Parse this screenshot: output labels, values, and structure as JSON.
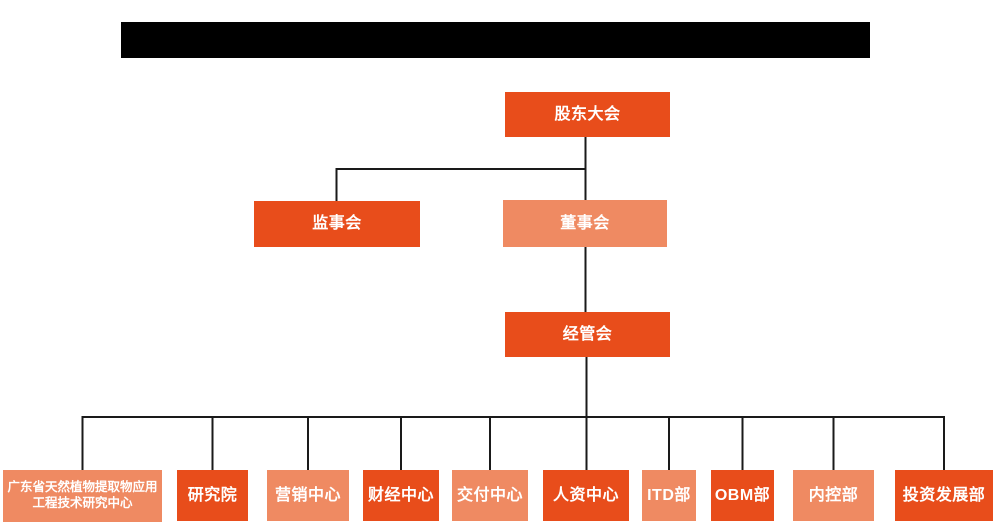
{
  "colors": {
    "node_primary": "#e84d1b",
    "node_secondary": "#ef8a62",
    "connector_line": "#1a1a1a",
    "redaction_bar": "#000000",
    "background": "#ffffff",
    "node_text": "#ffffff"
  },
  "header": {
    "redacted_title": ""
  },
  "org": {
    "nodes": [
      {
        "id": "shareholders-meeting",
        "label": "股东大会",
        "variant": "primary",
        "level": 1
      },
      {
        "id": "supervisory-board",
        "label": "监事会",
        "variant": "primary",
        "level": 2
      },
      {
        "id": "board-of-directors",
        "label": "董事会",
        "variant": "secondary",
        "level": 2
      },
      {
        "id": "management-committee",
        "label": "经管会",
        "variant": "primary",
        "level": 3
      },
      {
        "id": "gd-natural-plant-extract-research-center",
        "label": "广东省天然植物提取物应用工程技术研究中心",
        "variant": "secondary",
        "level": 4
      },
      {
        "id": "research-institute",
        "label": "研究院",
        "variant": "primary",
        "level": 4
      },
      {
        "id": "marketing-center",
        "label": "营销中心",
        "variant": "secondary",
        "level": 4
      },
      {
        "id": "finance-center",
        "label": "财经中心",
        "variant": "primary",
        "level": 4
      },
      {
        "id": "delivery-center",
        "label": "交付中心",
        "variant": "secondary",
        "level": 4
      },
      {
        "id": "hr-center",
        "label": "人资中心",
        "variant": "primary",
        "level": 4
      },
      {
        "id": "itd-department",
        "label": "ITD部",
        "variant": "secondary",
        "level": 4
      },
      {
        "id": "obm-department",
        "label": "OBM部",
        "variant": "primary",
        "level": 4
      },
      {
        "id": "internal-control-department",
        "label": "内控部",
        "variant": "secondary",
        "level": 4
      },
      {
        "id": "investment-development-department",
        "label": "投资发展部",
        "variant": "primary",
        "level": 4
      }
    ],
    "edges": [
      "shareholders-meeting -> supervisory-board",
      "shareholders-meeting -> board-of-directors",
      "board-of-directors -> management-committee",
      "management-committee -> gd-natural-plant-extract-research-center",
      "management-committee -> research-institute",
      "management-committee -> marketing-center",
      "management-committee -> finance-center",
      "management-committee -> delivery-center",
      "management-committee -> hr-center",
      "management-committee -> itd-department",
      "management-committee -> obm-department",
      "management-committee -> internal-control-department",
      "management-committee -> investment-development-department"
    ]
  }
}
